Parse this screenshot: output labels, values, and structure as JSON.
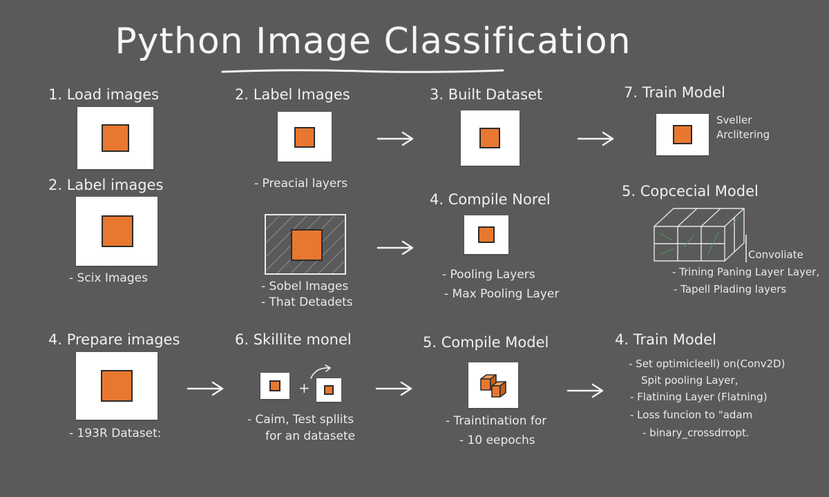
{
  "title": "Python Image Classification",
  "steps": {
    "r1c1": "1. Load images",
    "r1c2": "2. Label Images",
    "r1c3": "3. Built Dataset",
    "r1c4": "7. Train Model",
    "r2c1": "2. Label images",
    "r2c3": "4. Compile Norel",
    "r2c4": "5. Copcecial Model",
    "r3c1": "4. Prepare images",
    "r3c2": "6. Skillite monel",
    "r3c3": "5. Compile Model",
    "r3c4": "4. Train Model"
  },
  "notes": {
    "r1c4_a": "Sveller",
    "r1c4_b": "Arclitering",
    "r2c2_a": "- Preacial layers",
    "r2c1_a": "- Scix Images",
    "r2c2_b": "- Sobel Images",
    "r2c2_c": "- That Detadets",
    "r2c3_a": "- Pooling Layers",
    "r2c3_b": "- Max Pooling Layer",
    "r2c4_a": "Convoliate",
    "r2c4_b": "- Trining Paning Layer Layer,",
    "r2c4_c": "- Tapell Plading layers",
    "r3c1_a": "- 193R Dataset:",
    "r3c2_plus": "+",
    "r3c2_a": "- Caim, Test spllits",
    "r3c2_b": "for an datasete",
    "r3c3_a": "- Traintination for",
    "r3c3_b": "- 10 eepochs",
    "r3c4_a": "- Set optimicleell) on(Conv2D)",
    "r3c4_b": "Spit pooling Layer,",
    "r3c4_c": "- Flatining Layer (Flatning)",
    "r3c4_d": "- Loss funcion to \"adam",
    "r3c4_e": "- binary_crossdrropt."
  },
  "colors": {
    "background": "#5a5a5a",
    "accent": "#e8782f",
    "card": "#ffffff",
    "ink": "#f2f2f2"
  },
  "icons": [
    "right-arrow-icon",
    "curved-arrow-icon",
    "cube-icon",
    "3d-boxes-icon"
  ]
}
